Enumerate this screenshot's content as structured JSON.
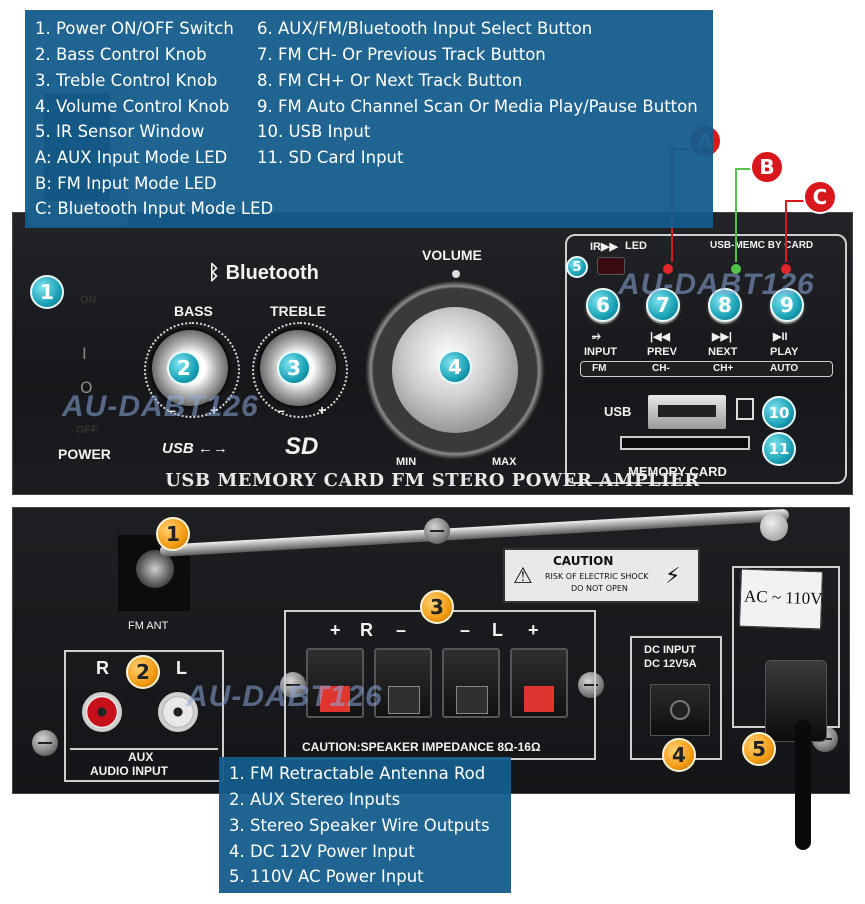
{
  "front_legend": {
    "col1": [
      "1. Power ON/OFF Switch",
      "2. Bass Control Knob",
      "3. Treble Control Knob",
      "4. Volume Control Knob",
      "5. IR Sensor Window",
      "A: AUX Input Mode LED",
      "B: FM Input Mode LED",
      "C: Bluetooth Input Mode LED"
    ],
    "col2": [
      "6. AUX/FM/Bluetooth Input Select Button",
      "7. FM CH- Or Previous Track Button",
      "8. FM CH+ Or Next Track Button",
      "9. FM Auto Channel Scan Or Media Play/Pause Button",
      "10. USB Input",
      "11. SD Card Input"
    ]
  },
  "front_panel": {
    "brand": "Bluetooth",
    "title": "USB MEMORY CARD FM STERO POWER AMPLIER",
    "watermark": "AU-DABT126",
    "power": {
      "on": "ON",
      "off": "OFF",
      "label": "POWER",
      "rocker_mark": "I",
      "rocker_mark2": "O"
    },
    "bass": {
      "label": "BASS",
      "minus": "–",
      "plus": "+"
    },
    "treble": {
      "label": "TREBLE",
      "minus": "–",
      "plus": "+"
    },
    "volume": {
      "label": "VOLUME",
      "min": "MIN",
      "max": "MAX"
    },
    "usb_logo": "USB",
    "sd_logo": "SD",
    "controls": {
      "ir_label": "IR▶▶",
      "led_label": "LED",
      "usb_memc": "USB-MEMC BY CARD",
      "buttons": [
        {
          "icon": "⭌",
          "label": "INPUT",
          "sub": "FM"
        },
        {
          "icon": "|◀◀",
          "label": "PREV",
          "sub": "CH-"
        },
        {
          "icon": "▶▶|",
          "label": "NEXT",
          "sub": "CH+"
        },
        {
          "icon": "▶II",
          "label": "PLAY",
          "sub": "AUTO"
        }
      ],
      "usb_label": "USB",
      "memory_card": "MEMORY CARD"
    },
    "markers": [
      "1",
      "2",
      "3",
      "4",
      "5",
      "6",
      "7",
      "8",
      "9",
      "10",
      "11",
      "A",
      "B",
      "C"
    ],
    "led_colors": {
      "A": "#e0262b",
      "B": "#53c24a",
      "C": "#e0262b"
    }
  },
  "back_panel": {
    "fm_ant": "FM ANT",
    "caution_title": "CAUTION",
    "caution_line1": "RISK OF ELECTRIC SHOCK",
    "caution_line2": "DO NOT OPEN",
    "speaker_polarity": [
      "+",
      "R",
      "–",
      "–",
      "L",
      "+"
    ],
    "speaker_caution": "CAUTION:SPEAKER IMPEDANCE 8Ω-16Ω",
    "aux_r": "R",
    "aux_l": "L",
    "aux_label1": "AUX",
    "aux_label2": "AUDIO INPUT",
    "dc_input1": "DC INPUT",
    "dc_input2": "DC 12V5A",
    "ac_label": "AC ~ 110V",
    "watermark": "AU-DABT126",
    "markers": [
      "1",
      "2",
      "3",
      "4",
      "5"
    ]
  },
  "back_legend": [
    "1. FM Retractable Antenna Rod",
    "2. AUX Stereo Inputs",
    "3. Stereo Speaker Wire Outputs",
    "4. DC 12V Power Input",
    "5. 110V AC Power Input"
  ],
  "colors": {
    "legend_bg": "#145c8c",
    "marker_teal": "#1aa2b6",
    "marker_orange": "#f29b12",
    "marker_red": "#d9181d"
  }
}
